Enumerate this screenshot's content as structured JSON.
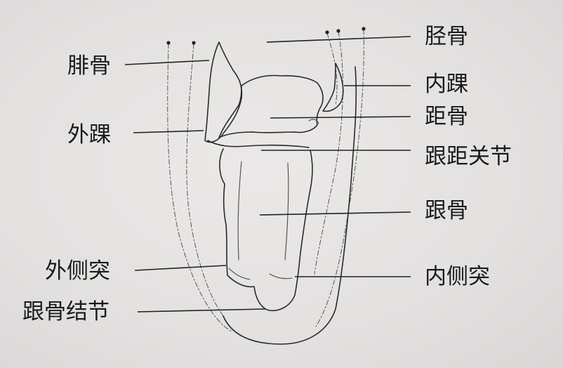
{
  "labels": {
    "tibia": "胫骨",
    "fibula": "腓骨",
    "medial_malleolus": "内踝",
    "talus": "距骨",
    "lateral_malleolus": "外踝",
    "subtalar_joint": "跟距关节",
    "calcaneus": "跟骨",
    "lateral_process": "外侧突",
    "medial_process": "内侧突",
    "calcaneal_tuberosity": "跟骨结节"
  }
}
